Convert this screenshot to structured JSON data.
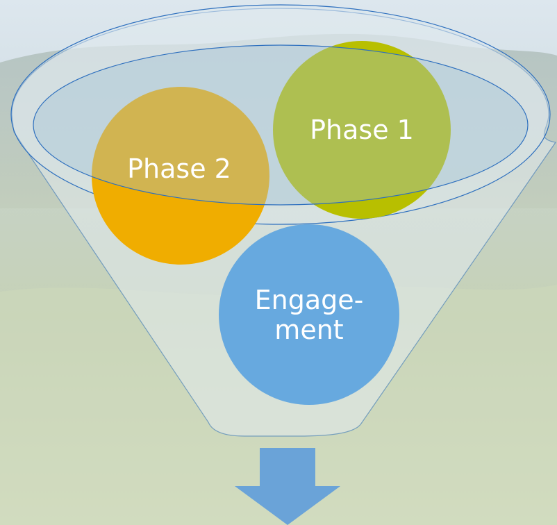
{
  "diagram": {
    "circles": [
      {
        "id": "phase-1",
        "label_lines": [
          "Phase 1"
        ],
        "color": "#b8bf00"
      },
      {
        "id": "phase-2",
        "label_lines": [
          "Phase 2"
        ],
        "color": "#f0ad00"
      },
      {
        "id": "engagement",
        "label_lines": [
          "Engage-",
          "ment"
        ],
        "color": "#67a9df"
      }
    ],
    "colors": {
      "funnel_outline": "#2d6fbe",
      "funnel_fill": "#dbe7ee",
      "rim_fill": "#9fbfd6",
      "arrow": "#6aa3d8",
      "background_sky": "#d7e3ea",
      "background_hills": "#b8c7b3",
      "background_fields": "#c7d4b2"
    }
  }
}
